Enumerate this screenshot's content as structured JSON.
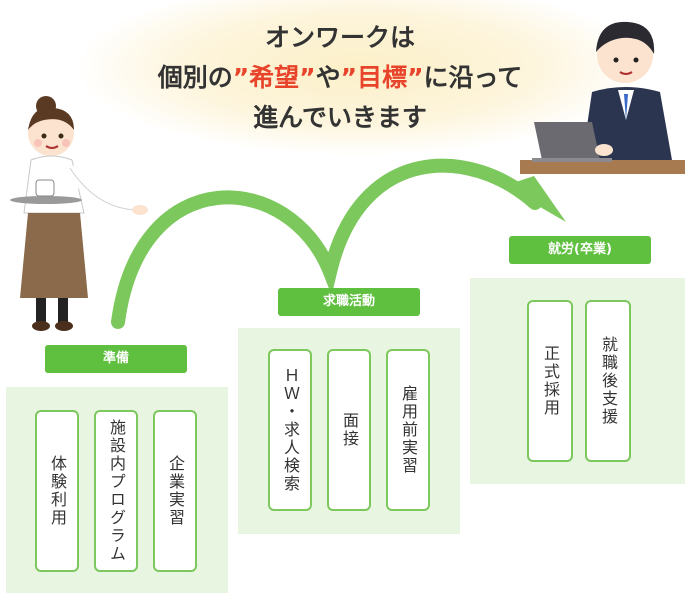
{
  "headline": {
    "line1": "オンワークは",
    "line2_pre": "個別の",
    "quote_open_1": "”",
    "keyword_1": "希望",
    "quote_close_1": "”",
    "line2_mid": "や",
    "quote_open_2": "”",
    "keyword_2": "目標",
    "quote_close_2": "”",
    "line2_post": "に沿って",
    "line3": "進んでいきます"
  },
  "colors": {
    "accent": "#e8442c",
    "green": "#5fbf3f",
    "card_border": "#7cc85c",
    "panel_bg": "#e8f5e0",
    "arrow": "#7cc85c"
  },
  "stages": [
    {
      "label": "準備",
      "items": [
        "体験利用",
        "施設内プログラム",
        "企業実習"
      ]
    },
    {
      "label": "求職活動",
      "items": [
        "ＨＷ・求人検索",
        "面接",
        "雇用前実習"
      ]
    },
    {
      "label": "就労(卒業)",
      "items": [
        "正式採用",
        "就職後支援"
      ]
    }
  ]
}
